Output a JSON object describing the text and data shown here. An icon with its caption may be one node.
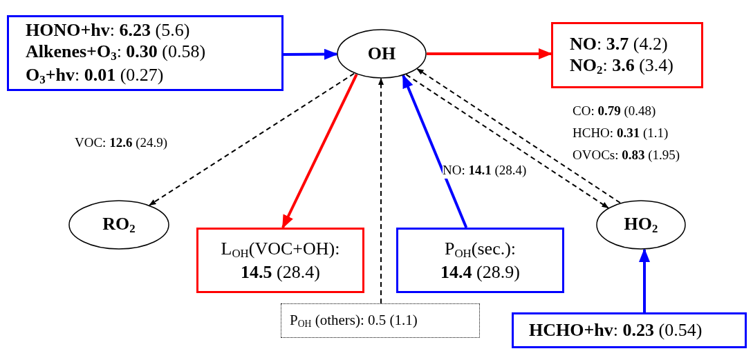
{
  "diagram": {
    "nodes": [
      {
        "text": [
          "**HONO+hv**: **6.23** (5.6)",
          "**Alkenes+O**$_{3}$: **0.30** (0.58)",
          "**O**$_{3}$**+hv**: **0.01** (0.27)"
        ]
      },
      {
        "text": [
          "OH"
        ]
      },
      {
        "text": [
          "**NO**: **3.7** (4.2)",
          "**NO**$_{2}$: **3.6** (3.4)"
        ]
      },
      {
        "text": [
          "RO$_{2}$"
        ]
      },
      {
        "text": [
          "L$_{OH}$(VOC+OH):",
          "**14.5** (28.4)"
        ]
      },
      {
        "text": [
          "P$_{OH}$(sec.):",
          "**14.4** (28.9)"
        ]
      },
      {
        "text": [
          "HO$_{2}$"
        ]
      },
      {
        "text": [
          "P$_{OH}$ (others): 0.5 (1.1)"
        ]
      },
      {
        "text": [
          "**HCHO+hv**: **0.23** (0.54)"
        ]
      }
    ],
    "edges": [
      {
        "from": 0,
        "to": 1,
        "arrow": "to",
        "color": "#0000ff"
      },
      {
        "from": 1,
        "to": 2,
        "arrow": "to",
        "color": "#ff0000"
      },
      {
        "from": 1,
        "to": 3,
        "arrow": "to",
        "style": "dashed",
        "label": "VOC: **12.6** (24.9)"
      },
      {
        "from": 1,
        "to": 4,
        "arrow": "to",
        "color": "#ff0000"
      },
      {
        "from": 5,
        "to": 1,
        "arrow": "to",
        "color": "#0000ff"
      },
      {
        "from": 7,
        "to": 1,
        "arrow": "to",
        "style": "dashed"
      },
      {
        "from": 1,
        "to": 6,
        "arrow": "to",
        "style": "dashed",
        "label": "NO: **14.1** (28.4)"
      },
      {
        "from": 6,
        "to": 1,
        "arrow": "to",
        "style": "dashed"
      },
      {
        "from": 8,
        "to": 6,
        "arrow": "to",
        "color": "#0000ff"
      }
    ],
    "labels": [
      "CO: **0.79** (0.48)",
      "HCHO: **0.31** (1.1)",
      "OVOCs: **0.83** (1.95)"
    ]
  }
}
